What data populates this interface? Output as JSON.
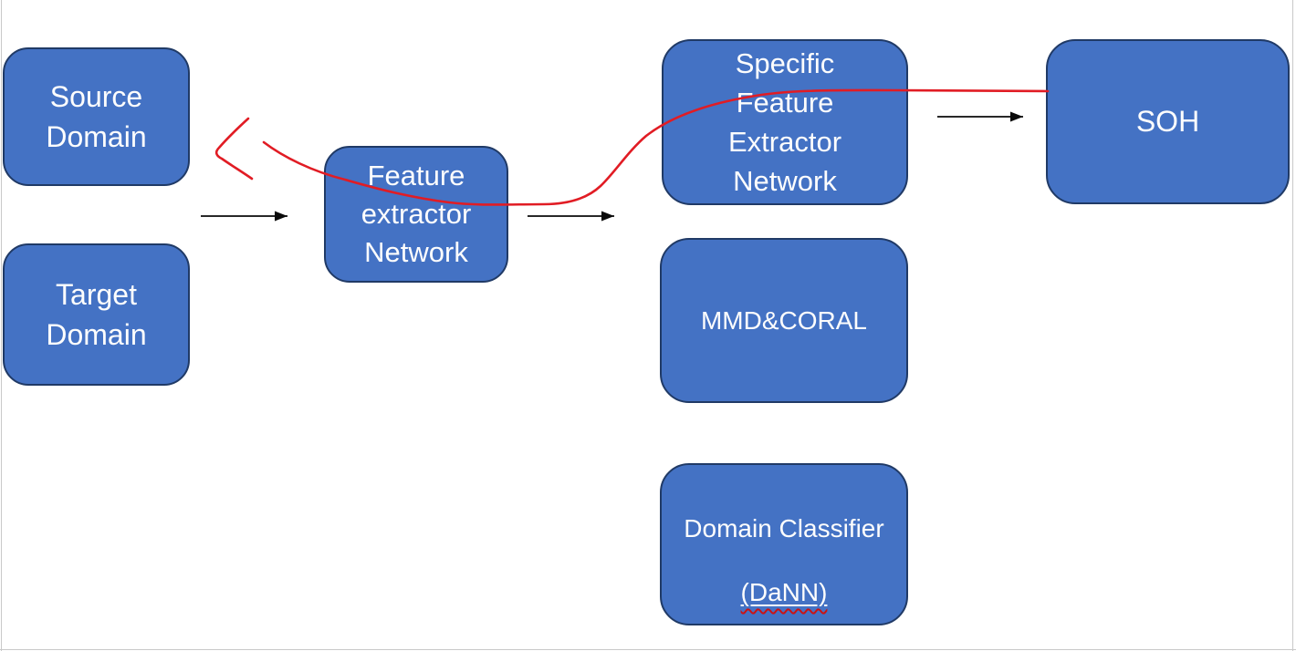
{
  "slide": {
    "background": "#ffffff",
    "border_color": "#c9c9c9"
  },
  "colors": {
    "box_fill": "#4472c4",
    "box_border": "#203a66",
    "box_text": "#fdfdfd",
    "black_arrow": "#0a0a0a",
    "red_annotation": "#e11c24",
    "spellcheck_squiggle": "#cc1212"
  },
  "boxes": {
    "source_domain": {
      "label": "Source\nDomain"
    },
    "target_domain": {
      "label": "Target\nDomain"
    },
    "feature_extractor": {
      "label": "Feature\nextractor\nNetwork"
    },
    "specific_feature_extractor": {
      "label": "Specific\nFeature\nExtractor\nNetwork"
    },
    "mmd_coral": {
      "label": "MMD&CORAL"
    },
    "domain_classifier": {
      "line1": "Domain Classifier",
      "line2": "(DaNN)"
    },
    "soh": {
      "label": "SOH"
    }
  }
}
